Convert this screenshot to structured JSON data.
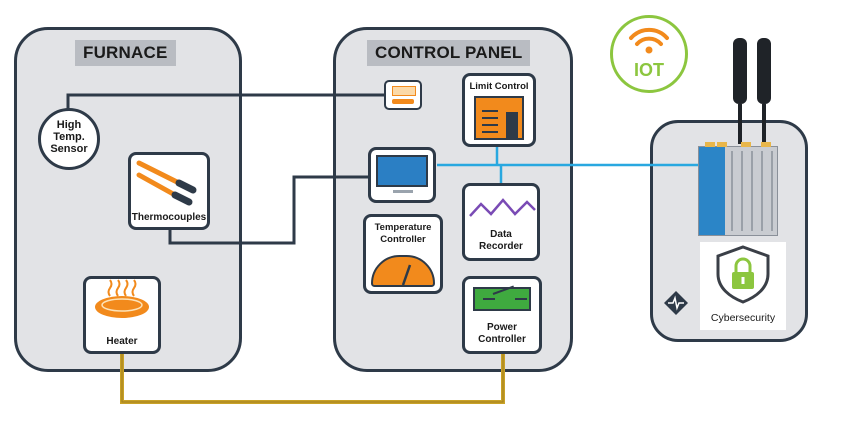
{
  "furnace": {
    "title": "FURNACE"
  },
  "control_panel": {
    "title": "CONTROL PANEL"
  },
  "sensor": {
    "label_1": "High",
    "label_2": "Temp.",
    "label_3": "Sensor"
  },
  "thermocouples": {
    "label": "Thermocouples"
  },
  "heater": {
    "label": "Heater"
  },
  "limit_control": {
    "label": "Limit Control"
  },
  "temperature_controller": {
    "label_1": "Temperature",
    "label_2": "Controller"
  },
  "data_recorder": {
    "label_1": "Data",
    "label_2": "Recorder"
  },
  "power_controller": {
    "label_1": "Power",
    "label_2": "Controller"
  },
  "iot": {
    "label": "IOT"
  },
  "cybersecurity": {
    "label": "Cybersecurity"
  },
  "colors": {
    "panel_fill": "#e2e3e6",
    "panel_border": "#2e3a48",
    "title_bg": "#b9bcc2",
    "orange": "#f28a1c",
    "iot_green": "#8cc63f",
    "network_blue": "#29a8e0",
    "power_wire": "#c9a227"
  }
}
